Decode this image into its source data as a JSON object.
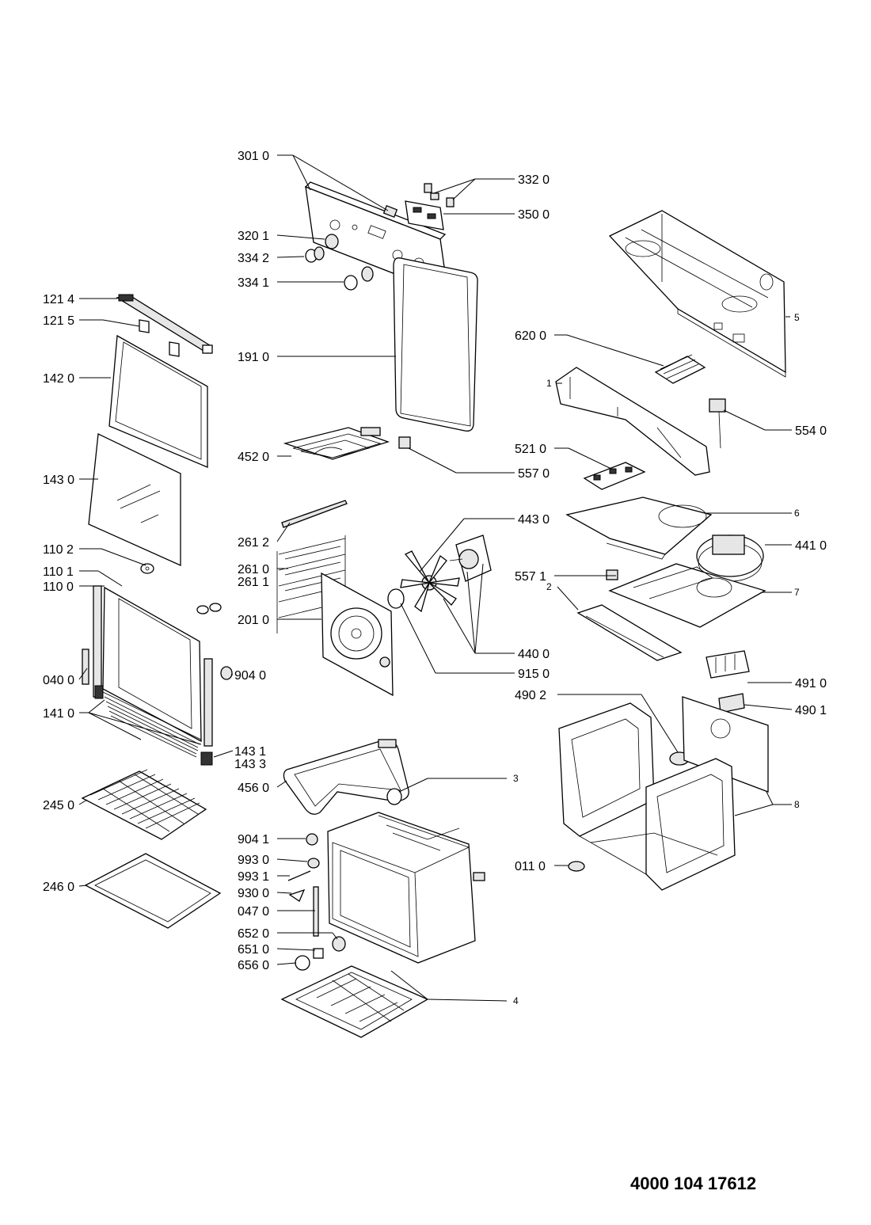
{
  "document_number": "4000 104 17612",
  "labels": {
    "l3010": "301 0",
    "l3320": "332 0",
    "l3500": "350 0",
    "l3201": "320 1",
    "l3342": "334 2",
    "l3341": "334 1",
    "l1214": "121 4",
    "l1215": "121 5",
    "l1910": "191 0",
    "l1420": "142 0",
    "l6200": "620 0",
    "l5": "5",
    "l1": "1",
    "l5540": "554 0",
    "l4520": "452 0",
    "l5210": "521 0",
    "l5570": "557 0",
    "l1430": "143 0",
    "l4430": "443 0",
    "l6": "6",
    "l2612": "261 2",
    "l4410": "441 0",
    "l1102": "110 2",
    "l2610": "261 0",
    "l2611": "261 1",
    "l5571": "557 1",
    "l1101": "110 1",
    "l1100": "110 0",
    "l2": "2",
    "l7": "7",
    "l2010": "201 0",
    "l4400": "440 0",
    "l9150": "915 0",
    "l0400": "040 0",
    "l9040": "904 0",
    "l4910": "491 0",
    "l4902": "490 2",
    "l1410": "141 0",
    "l4901": "490 1",
    "l1431": "143 1",
    "l1433": "143 3",
    "l3": "3",
    "l4560": "456 0",
    "l2450": "245 0",
    "l8": "8",
    "l9041": "904 1",
    "l9930": "993 0",
    "l0110": "011 0",
    "l9931": "993 1",
    "l2460": "246 0",
    "l9300": "930 0",
    "l0470": "047 0",
    "l6520": "652 0",
    "l6510": "651 0",
    "l6560": "656 0",
    "l4": "4"
  }
}
